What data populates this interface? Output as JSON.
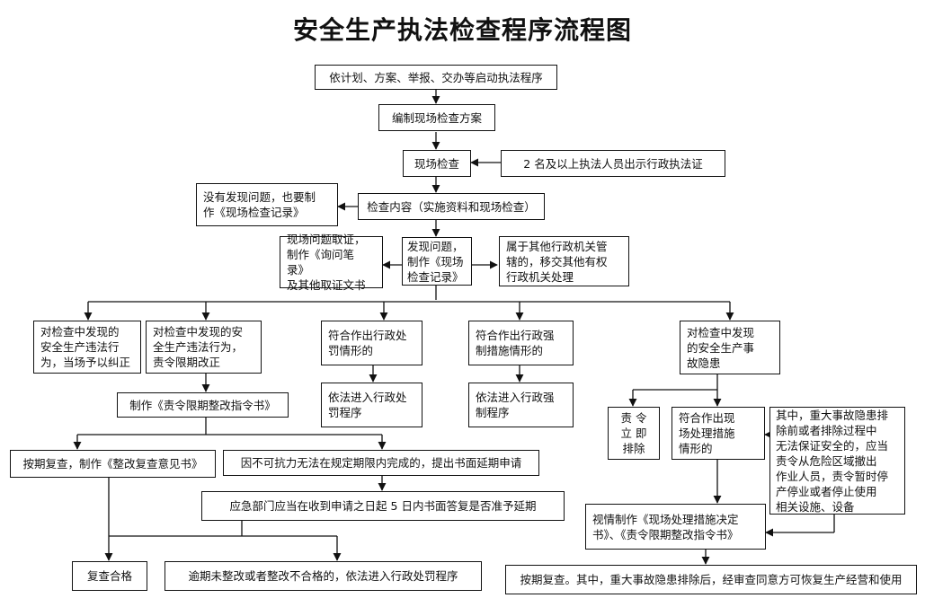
{
  "title": "安全生产执法检查程序流程图",
  "boxes": {
    "start": "依计划、方案、举报、交办等启动执法程序",
    "plan": "编制现场检查方案",
    "inspect": "现场检查",
    "cert": "2 名及以上执法人员出示行政执法证",
    "no_problem": "没有发现问题，也要制\n作《现场检查记录》",
    "content": "检查内容（实施资料和现场检查）",
    "evidence": "现场问题取证，\n制作《询问笔录》\n及其他取证文书",
    "found": "发现问题，\n制作《现场\n检查记录》",
    "transfer": "属于其他行政机关管\n辖的，移交其他有权\n行政机关处理",
    "onsite_fix": "对检查中发现的\n安全生产违法行\n为，当场予以纠正",
    "order_fix": "对检查中发现的安\n全生产违法行为，\n责令限期改正",
    "penalty_cond": "符合作出行政处\n罚情形的",
    "penalty_proc": "依法进入行政处\n罚程序",
    "enforce_cond": "符合作出行政强\n制措施情形的",
    "enforce_proc": "依法进入行政强\n制程序",
    "hazard": "对检查中发现\n的安全生产事\n故隐患",
    "order_doc": "制作《责令限期整改指令书》",
    "immediate": "责 令\n立 即\n排除",
    "scene_cond": "符合作出现\n场处理措施\n情形的",
    "major": "其中，重大事故隐患排\n除前或者排除过程中\n无法保证安全的，应当\n责令从危险区域撤出\n作业人员，责令暂时停\n产停业或者停止使用\n相关设施、设备",
    "recheck": "按期复查，制作《整改复查意见书》",
    "force_majeure": "因不可抗力无法在规定期限内完成的，提出书面延期申请",
    "reply": "应急部门应当在收到申请之日起 5 日内书面答复是否准予延期",
    "scene_doc": "视情制作《现场处理措施决定\n书》、《责令限期整改指令书》",
    "pass": "复查合格",
    "fail": "逾期未整改或者整改不合格的，依法进入行政处罚程序",
    "final": "按期复查。其中，重大事故隐患排除后，经审查同意方可恢复生产经营和使用"
  }
}
